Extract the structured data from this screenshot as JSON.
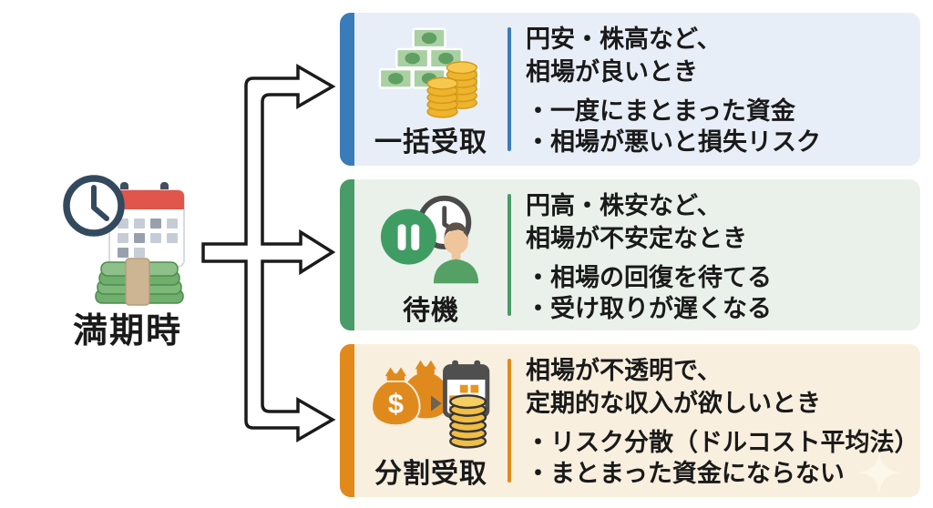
{
  "origin": {
    "label": "満期時",
    "icon": "clock-calendar-money-icon"
  },
  "rows": [
    {
      "label": "一括受取",
      "icon": "money-pyramid-coins-icon",
      "accent": "#3a7cba",
      "bg": "#e8eef7",
      "heading_line1": "円安・株高など、",
      "heading_line2": "相場が良いとき",
      "bullets": [
        "・一度にまとまった資金",
        "・相場が悪いと損失リスク"
      ]
    },
    {
      "label": "待機",
      "icon": "pause-clock-person-icon",
      "accent": "#499b67",
      "bg": "#eaf1eb",
      "heading_line1": "円高・株安など、",
      "heading_line2": "相場が不安定なとき",
      "bullets": [
        "・相場の回復を待てる",
        "・受け取りが遅くなる"
      ]
    },
    {
      "label": "分割受取",
      "icon": "money-bags-calendar-coins-icon",
      "accent": "#e2891c",
      "bg": "#f9efdf",
      "heading_line1": "相場が不透明で、",
      "heading_line2": "定期的な収入が欲しいとき",
      "bullets": [
        "・リスク分散（ドルコスト平均法）",
        "・まとまった資金にならない"
      ]
    }
  ],
  "colors": {
    "text": "#1a1a1a",
    "arrow_outline": "#1b1b1b",
    "arrow_fill": "#ffffff",
    "sparkle": "#fdf7ea",
    "page_bg": "#ffffff"
  }
}
